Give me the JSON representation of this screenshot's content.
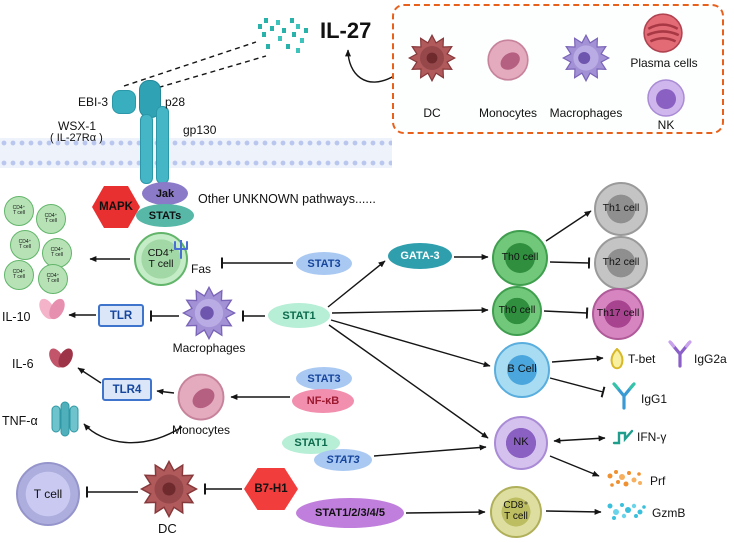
{
  "ligand": {
    "label": "IL-27"
  },
  "receptor": {
    "ebi3": "EBI-3",
    "p28": "p28",
    "wsx1": "WSX-1",
    "wsx1_alias": "( IL-27Rα )",
    "gp130": "gp130"
  },
  "producers": {
    "dc": "DC",
    "monocytes": "Monocytes",
    "macrophages": "Macrophages",
    "plasma": "Plasma cells",
    "nk": "NK"
  },
  "signaling": {
    "mapk": "MAPK",
    "jak": "Jak",
    "stats": "STATs",
    "unknown": "Other UNKNOWN pathways......"
  },
  "nodes": {
    "cd4_top": "CD4⁺",
    "cd4_bottom": "T cell",
    "cd4_small_top": "CD4⁺",
    "cd4_small_bottom": "T cell",
    "fas": "Fas",
    "stat3_fas": "STAT3",
    "macrophages": "Macrophages",
    "stat1_hub": "STAT1",
    "tlr": "TLR",
    "il10": "IL-10",
    "il6": "IL-6",
    "tlr4": "TLR4",
    "tnfa": "TNF-α",
    "monocytes": "Monocytes",
    "stat3_mono": "STAT3",
    "nfkb": "NF-κB",
    "tcell": "T cell",
    "dc": "DC",
    "b7h1": "B7-H1",
    "stat1_pair": "STAT1",
    "stat3_pair": "STAT3",
    "stat12345": "STAT1/2/3/4/5",
    "gata3": "GATA-3",
    "th0_a": "Th0 cell",
    "th0_b": "Th0 cell",
    "th1": "Th1 cell",
    "th2": "Th2 cell",
    "th17": "Th17 cell",
    "bcell": "B Cell",
    "tbet": "T-bet",
    "igg2a": "IgG2a",
    "igg1": "IgG1",
    "nk": "NK",
    "ifng": "IFN-γ",
    "prf": "Prf",
    "gzmb": "GzmB",
    "cd8_top": "CD8⁺",
    "cd8_bottom": "T cell"
  },
  "colors": {
    "producer_box_border": "#e8611c",
    "receptor_teal": "#3fb0c0",
    "membrane_dot": "#b9c6ee",
    "mapk_red": "#e93030",
    "b7h1_red": "#f23d3d",
    "stat3_blue": "#aac9f2",
    "stat1_mint": "#b6eed6",
    "nfkb_pink": "#f28fae",
    "stat12345_purple": "#c07fdc",
    "gata3_teal": "#2f9fae",
    "tlr_blue": "#3f74cc",
    "il27_teal": "#28b2aa"
  }
}
